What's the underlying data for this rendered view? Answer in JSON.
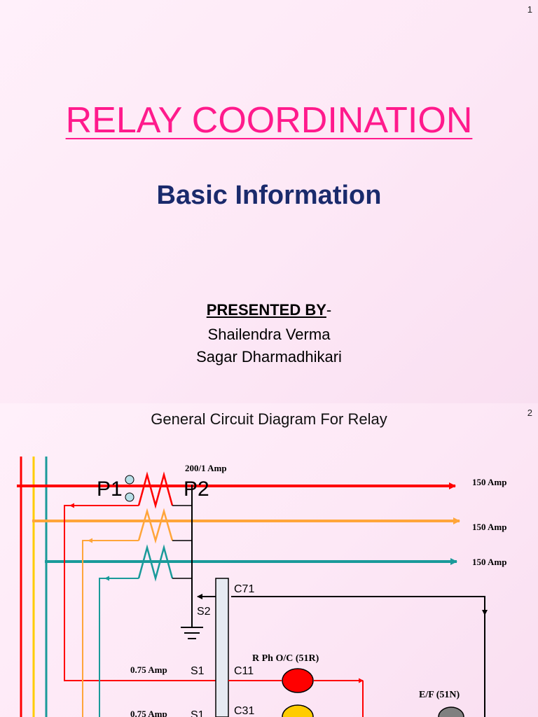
{
  "slide1": {
    "page_number": "1",
    "title": "RELAY COORDINATION",
    "subtitle": "Basic Information",
    "presented_label": "PRESENTED BY",
    "presented_suffix": "-",
    "authors": [
      "Shailendra Verma",
      "Sagar Dharmadhikari"
    ]
  },
  "slide2": {
    "page_number": "2",
    "title": "General Circuit Diagram For Relay",
    "ct_ratio": "200/1 Amp",
    "p1": "P1",
    "p2": "P2",
    "line_currents": [
      "150 Amp",
      "150 Amp",
      "150 Amp"
    ],
    "terminals": {
      "c71": "C71",
      "s2": "S2",
      "s1_a": "S1",
      "s1_b": "S1",
      "c11": "C11",
      "c31": "C31"
    },
    "secondary_currents": [
      "0.75 Amp",
      "0.75 Amp"
    ],
    "relay_r": "R Ph O/C (51R)",
    "relay_ef": "E/F (51N)",
    "colors": {
      "red": "#ff0000",
      "orange": "#ffa53a",
      "yellow": "#ffcc00",
      "teal": "#1a9a9a",
      "relay_r": "#ff0000",
      "relay_y": "#ffcc00",
      "relay_ef": "#808080"
    }
  }
}
